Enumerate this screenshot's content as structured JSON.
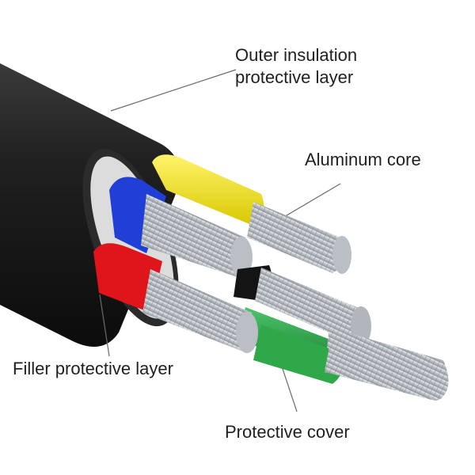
{
  "labels": {
    "outer_line1": "Outer insulation",
    "outer_line2": "protective layer",
    "aluminum_core": "Aluminum core",
    "filler_layer": "Filler protective layer",
    "protective_cover": "Protective cover"
  },
  "colors": {
    "sheath": "#1c1c1c",
    "core_yellow": "#f2e614",
    "core_blue": "#1f3fd6",
    "core_red": "#e0141b",
    "core_green": "#2fa84a",
    "separator_black": "#141414",
    "aluminum": "#c4c8cc",
    "leader_line": "#6a6a6a",
    "label_text": "#1f1f1f"
  }
}
